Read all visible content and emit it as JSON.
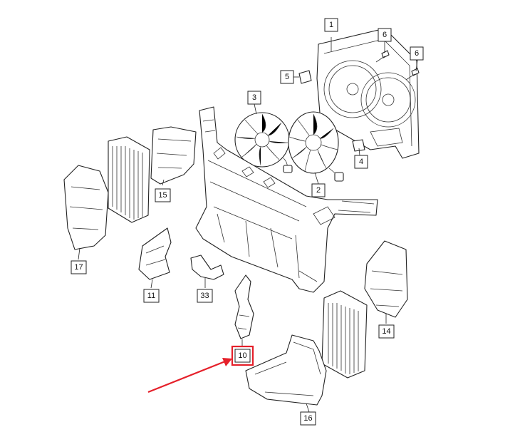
{
  "labels": {
    "p1": "1",
    "p2": "2",
    "p3": "3",
    "p4": "4",
    "p5": "5",
    "p6a": "6",
    "p6b": "6",
    "p10": "10",
    "p11": "11",
    "p14": "14",
    "p15": "15",
    "p16": "16",
    "p17": "17",
    "p33": "33"
  },
  "highlight_color": "#e5202a",
  "highlighted_part": "10"
}
